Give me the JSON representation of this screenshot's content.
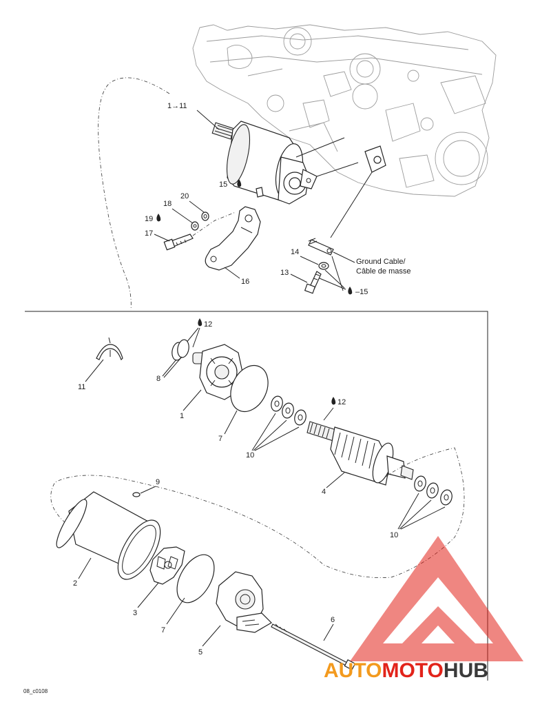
{
  "callouts": {
    "c1_11": "1→11",
    "c15a": "15",
    "c20": "20",
    "c18": "18",
    "c19": "19",
    "c17": "17",
    "c16": "16",
    "c14": "14",
    "c13": "13",
    "c15b": "–15",
    "ground_cable_en": "Ground Cable/",
    "ground_cable_fr": "Câble de masse",
    "c12a": "12",
    "c8": "8",
    "c11": "11",
    "c1": "1",
    "c7a": "7",
    "c12b": "12",
    "c10a": "10",
    "c4": "4",
    "c9": "9",
    "c10b": "10",
    "c2": "2",
    "c3": "3",
    "c7b": "7",
    "c5": "5",
    "c6": "6"
  },
  "figure_code": "08_c0108",
  "watermark": {
    "part1": "AUTO",
    "part2": "MOTO",
    "part3": "HUB",
    "color_red": "#e2231a",
    "color_orange": "#f39a1e",
    "color_dark": "#3a3a3a"
  }
}
